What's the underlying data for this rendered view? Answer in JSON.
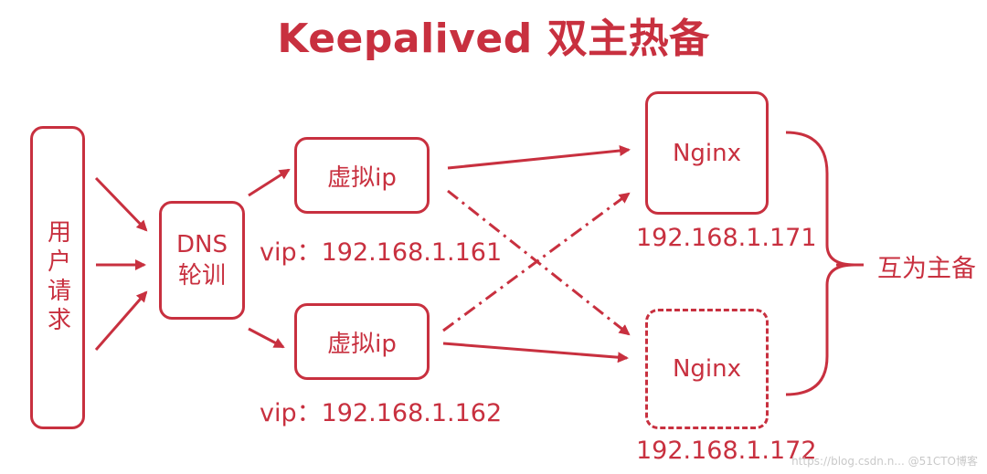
{
  "title": "Keepalived 双主热备",
  "user_request": "用户请求",
  "dns": {
    "line1": "DNS",
    "line2": "轮训"
  },
  "vip_boxes": [
    {
      "label": "虚拟ip",
      "address": "vip：192.168.1.161"
    },
    {
      "label": "虚拟ip",
      "address": "vip：192.168.1.162"
    }
  ],
  "nginx_nodes": [
    {
      "label": "Nginx",
      "ip": "192.168.1.171"
    },
    {
      "label": "Nginx",
      "ip": "192.168.1.172"
    }
  ],
  "mutual": "互为主备",
  "watermark": "https://blog.csdn.n... @51CTO博客",
  "colors": {
    "accent": "#c8303f"
  }
}
